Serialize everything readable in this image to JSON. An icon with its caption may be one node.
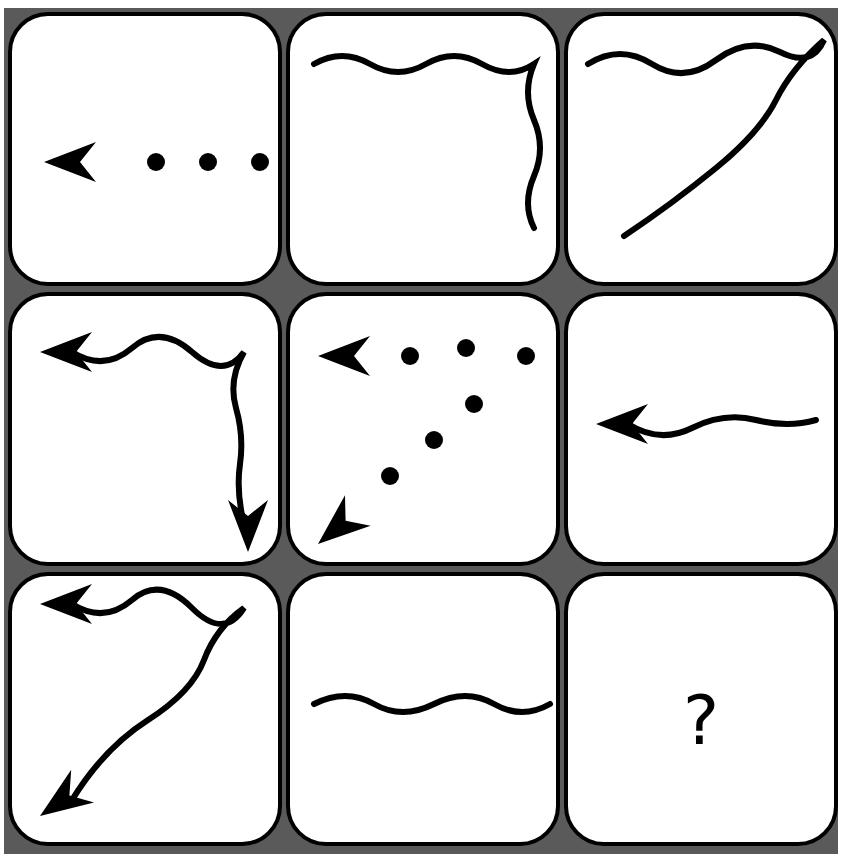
{
  "diagram": {
    "nodes": [
      {
        "text": [],
        "shape": "box"
      },
      {
        "text": [],
        "shape": "box"
      },
      {
        "text": [],
        "shape": "box"
      },
      {
        "text": [],
        "shape": "box"
      },
      {
        "text": [],
        "shape": "box"
      },
      {
        "text": [],
        "shape": "box"
      },
      {
        "text": [],
        "shape": "box"
      },
      {
        "text": [],
        "shape": "box"
      },
      {
        "text": [
          "?"
        ]
      }
    ]
  }
}
